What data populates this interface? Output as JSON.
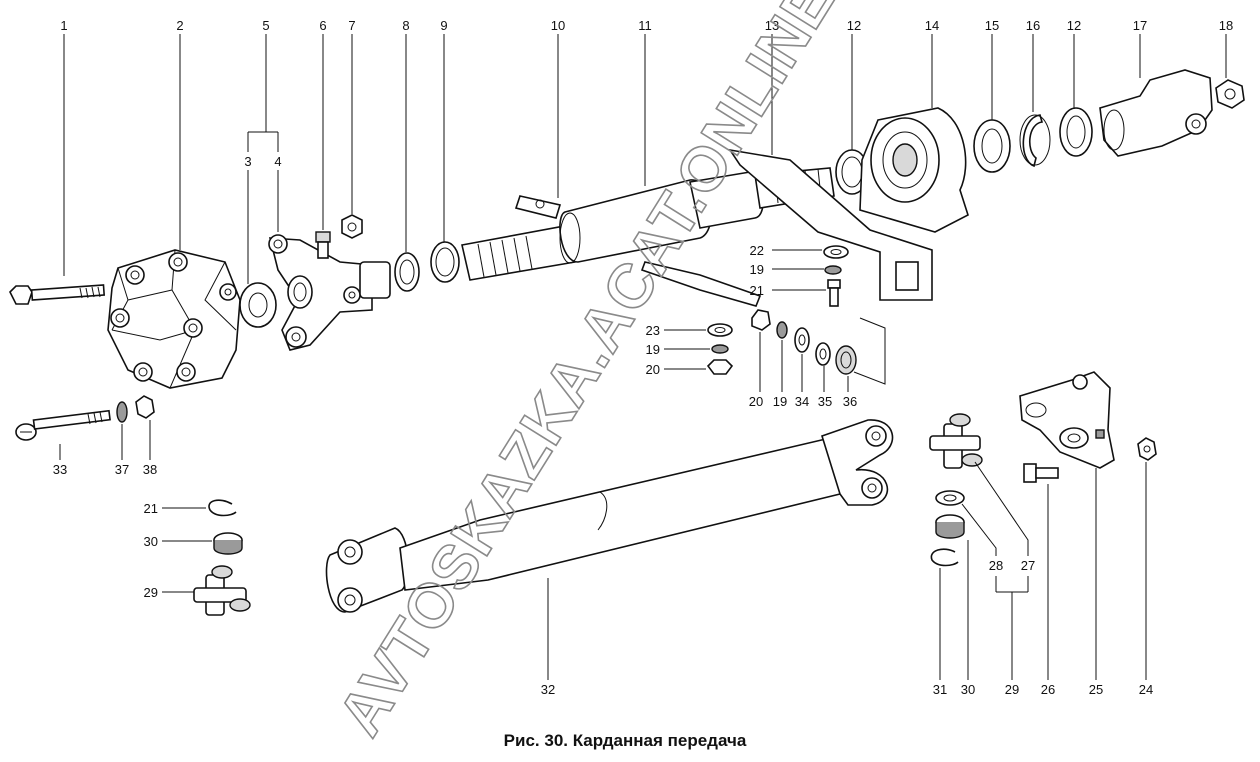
{
  "caption": "Рис. 30. Карданная передача",
  "watermark": "AVTOSKAZKA.ACAT.ONLINE",
  "labels": {
    "n1": "1",
    "n2": "2",
    "n5": "5",
    "n3": "3",
    "n4": "4",
    "n6": "6",
    "n7": "7",
    "n8": "8",
    "n9": "9",
    "n10": "10",
    "n11": "11",
    "n13": "13",
    "n12a": "12",
    "n14": "14",
    "n15": "15",
    "n16": "16",
    "n12b": "12",
    "n17": "17",
    "n18": "18",
    "n22a": "22",
    "n19a": "19",
    "n21a": "21",
    "n23": "23",
    "n19b": "19",
    "n20a": "20",
    "n20b": "20",
    "n19c": "19",
    "n34": "34",
    "n35": "35",
    "n36": "36",
    "n33": "33",
    "n37": "37",
    "n38": "38",
    "n21b": "21",
    "n30a": "30",
    "n29a": "29",
    "n32": "32",
    "n28": "28",
    "n27": "27",
    "n26": "26",
    "n25": "25",
    "n24": "24",
    "n31": "31",
    "n30b": "30",
    "n29b": "29"
  }
}
